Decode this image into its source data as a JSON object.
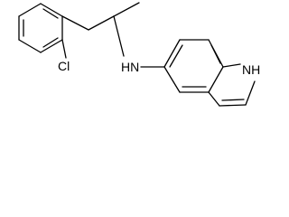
{
  "molecule": {
    "atoms": {
      "amine": "HN",
      "indole_nh": "NH",
      "chlorine": "Cl"
    },
    "colors": {
      "bond": "#000000",
      "text": "#000000",
      "background": "#ffffff"
    }
  }
}
